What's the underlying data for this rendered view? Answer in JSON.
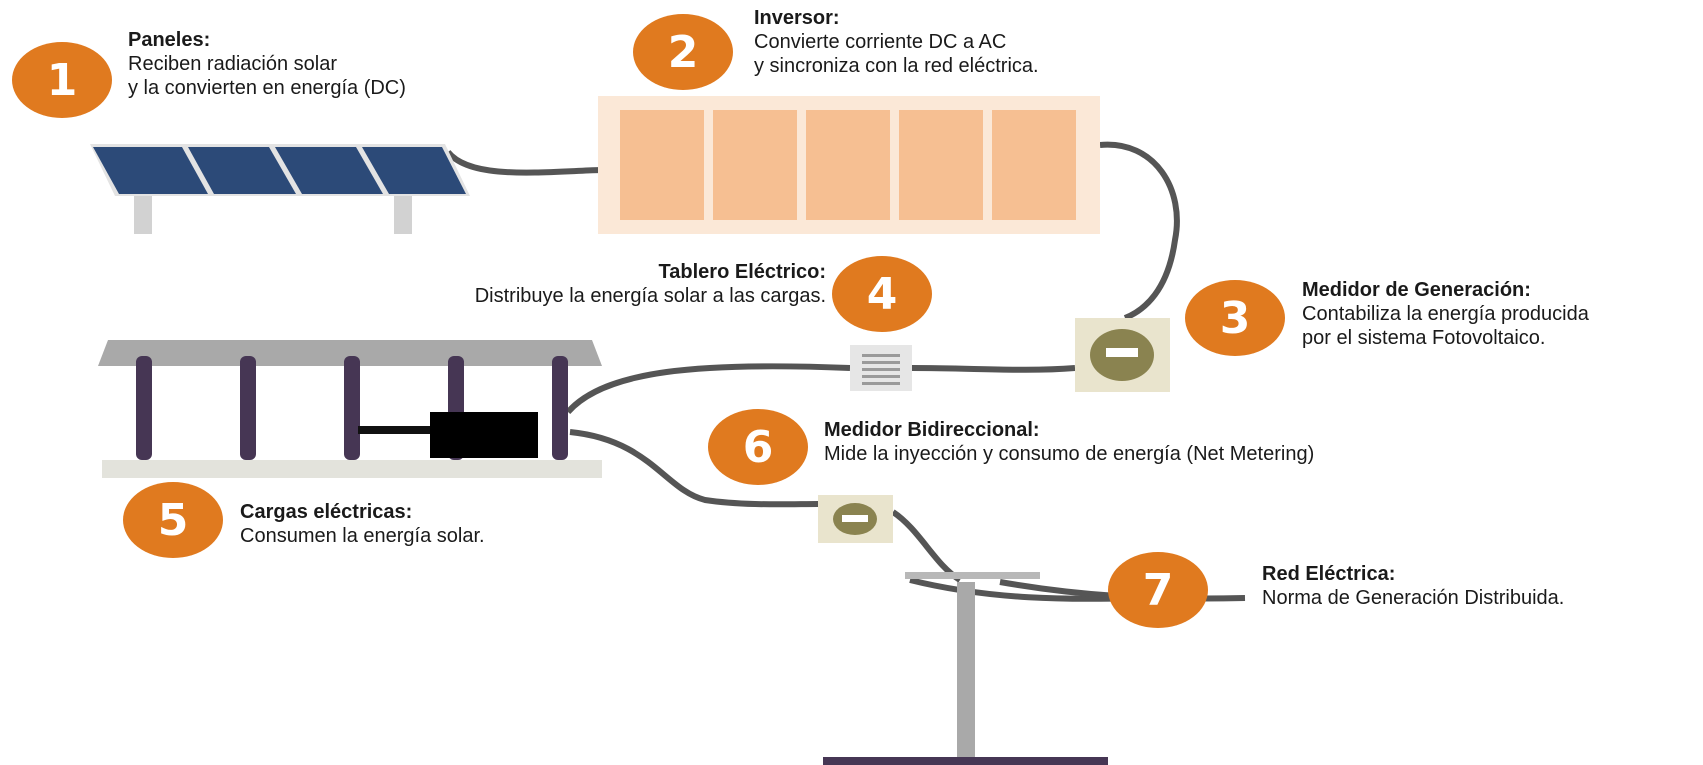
{
  "steps": [
    {
      "number": "1",
      "title": "Paneles:",
      "lines": [
        "Reciben radiación solar",
        "y la convierten en energía (DC)"
      ]
    },
    {
      "number": "2",
      "title": "Inversor:",
      "lines": [
        "Convierte corriente DC a AC",
        "y sincroniza con la red eléctrica."
      ]
    },
    {
      "number": "3",
      "title": "Medidor de Generación:",
      "lines": [
        "Contabiliza la energía producida",
        "por el sistema Fotovoltaico."
      ]
    },
    {
      "number": "4",
      "title": "Tablero Eléctrico:",
      "lines": [
        "Distribuye la energía solar a las cargas."
      ]
    },
    {
      "number": "5",
      "title": "Cargas eléctricas:",
      "lines": [
        "Consumen la energía solar."
      ]
    },
    {
      "number": "6",
      "title": "Medidor Bidireccional:",
      "lines": [
        "Mide la inyección y consumo de energía (Net Metering)"
      ]
    },
    {
      "number": "7",
      "title": "Red Eléctrica:",
      "lines": [
        "Norma de Generación Distribuida."
      ]
    }
  ],
  "colors": {
    "badge": "#e07a1f",
    "solar_panel": "#2c4a78",
    "inverter_frame": "#fbe8d7",
    "inverter_module": "#f6bf92",
    "meter_box": "#e9e4cd",
    "meter_dial": "#8a8350",
    "load_column": "#463654",
    "cable": "#555555",
    "pole": "#a9a9a9"
  }
}
